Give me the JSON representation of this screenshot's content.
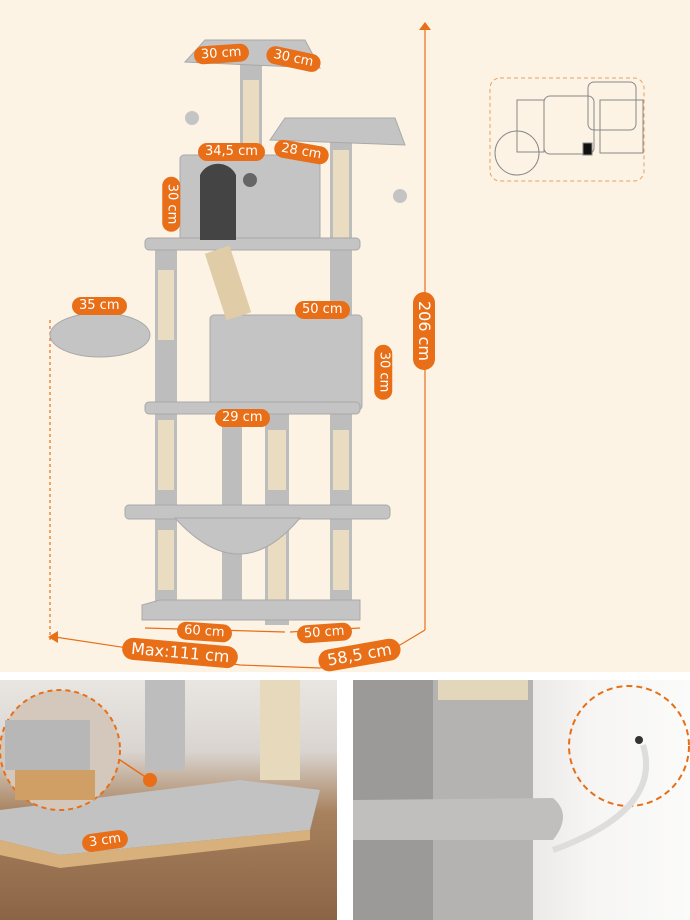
{
  "dimensions": {
    "top_perch_width": "30 cm",
    "top_perch_depth": "30 cm",
    "condo_width": "34,5 cm",
    "condo_depth": "28 cm",
    "condo_height": "30 cm",
    "basket_diameter": "35 cm",
    "lower_condo_width": "50 cm",
    "lower_condo_height": "30 cm",
    "total_height": "206 cm",
    "platform_width": "29 cm",
    "base_width": "60 cm",
    "base_depth": "50 cm",
    "max_width": "Max:111 cm",
    "max_depth": "58,5 cm",
    "base_thickness": "3 cm"
  },
  "colors": {
    "accent": "#e86f17",
    "background": "#fdf3e5",
    "plush": "#b9b9b9",
    "sisal": "#e9dcc0"
  }
}
